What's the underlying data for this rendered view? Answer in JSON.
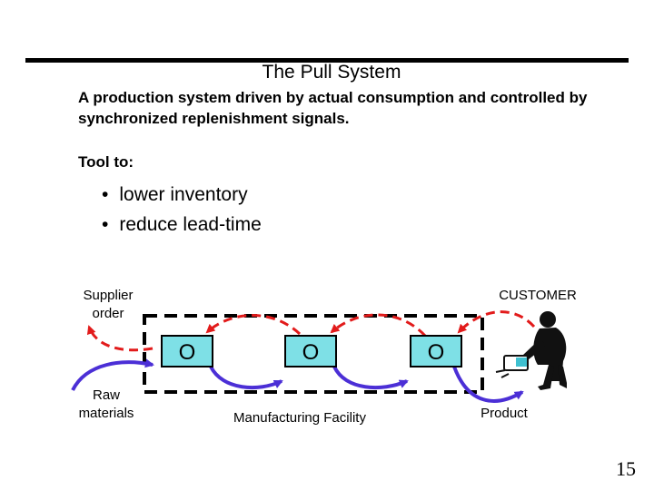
{
  "title": "The Pull System",
  "definition": "A production system driven by actual consumption and controlled by synchronized replenishment signals.",
  "tool_label": "Tool to:",
  "bullets": [
    "lower inventory",
    "reduce lead-time"
  ],
  "labels": {
    "supplier_order": [
      "Supplier",
      "order"
    ],
    "raw_materials": [
      "Raw",
      "materials"
    ],
    "manufacturing": "Manufacturing Facility",
    "customer": "CUSTOMER",
    "product": "Product"
  },
  "station_glyph": "O",
  "page_number": "15",
  "colors": {
    "signal_flow": "#e21b1b",
    "material_flow": "#4b2fd6",
    "station_fill": "#7ee0e6",
    "facility_border": "#000000"
  },
  "icons": [
    "customer-figure-icon"
  ]
}
